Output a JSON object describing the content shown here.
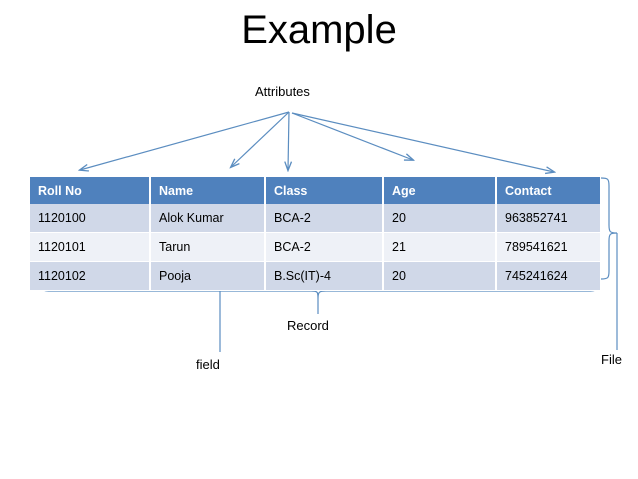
{
  "slide": {
    "title": "Example",
    "background_color": "#ffffff"
  },
  "colors": {
    "header_blue": "#4f81bd",
    "row_odd": "#d0d8e8",
    "row_even": "#eef1f7",
    "connector": "#5b8dc0",
    "text": "#000000",
    "header_text": "#ffffff"
  },
  "annotations": {
    "attributes": "Attributes",
    "record": "Record",
    "field": "field",
    "file": "File"
  },
  "table": {
    "columns": [
      "Roll No",
      "Name",
      "Class",
      "Age",
      "Contact"
    ],
    "rows": [
      [
        "1120100",
        "Alok Kumar",
        "BCA-2",
        "20",
        "963852741"
      ],
      [
        "1120101",
        "Tarun",
        "BCA-2",
        "21",
        "789541621"
      ],
      [
        "1120102",
        "Pooja",
        "B.Sc(IT)-4",
        "20",
        "745241624"
      ]
    ]
  }
}
